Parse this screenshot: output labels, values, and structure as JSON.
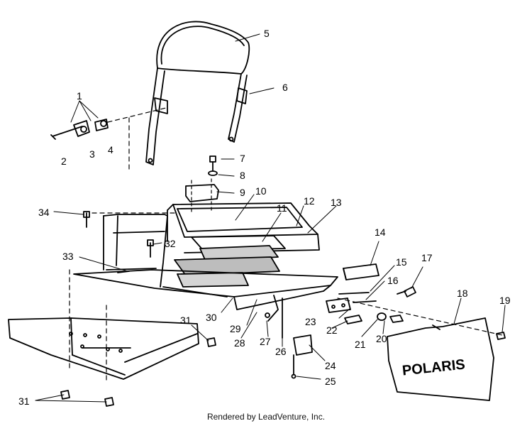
{
  "diagram": {
    "callouts": [
      "1",
      "2",
      "3",
      "4",
      "5",
      "6",
      "7",
      "8",
      "9",
      "10",
      "11",
      "12",
      "13",
      "14",
      "15",
      "16",
      "17",
      "18",
      "19",
      "20",
      "21",
      "22",
      "23",
      "24",
      "25",
      "26",
      "27",
      "28",
      "29",
      "30",
      "31",
      "31",
      "32",
      "33",
      "34"
    ],
    "flap_logo": "POLARIS"
  },
  "footer": {
    "credit": "Rendered by LeadVenture, Inc."
  }
}
